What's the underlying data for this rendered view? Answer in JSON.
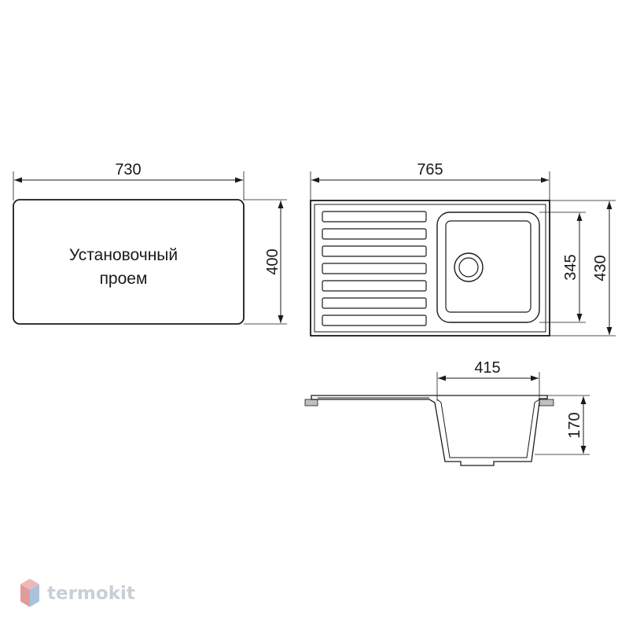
{
  "cutout": {
    "label_line1": "Установочный",
    "label_line2": "проем",
    "width": "730",
    "height": "400"
  },
  "sink_top": {
    "width": "765",
    "bowl_height": "345",
    "height": "430"
  },
  "sink_side": {
    "bowl_width": "415",
    "depth": "170"
  },
  "brand": {
    "name": "termokit",
    "colors": {
      "logo_red": "#e9a3a3",
      "logo_blue": "#a9c3dd",
      "logo_text": "#c8cfd6"
    }
  }
}
